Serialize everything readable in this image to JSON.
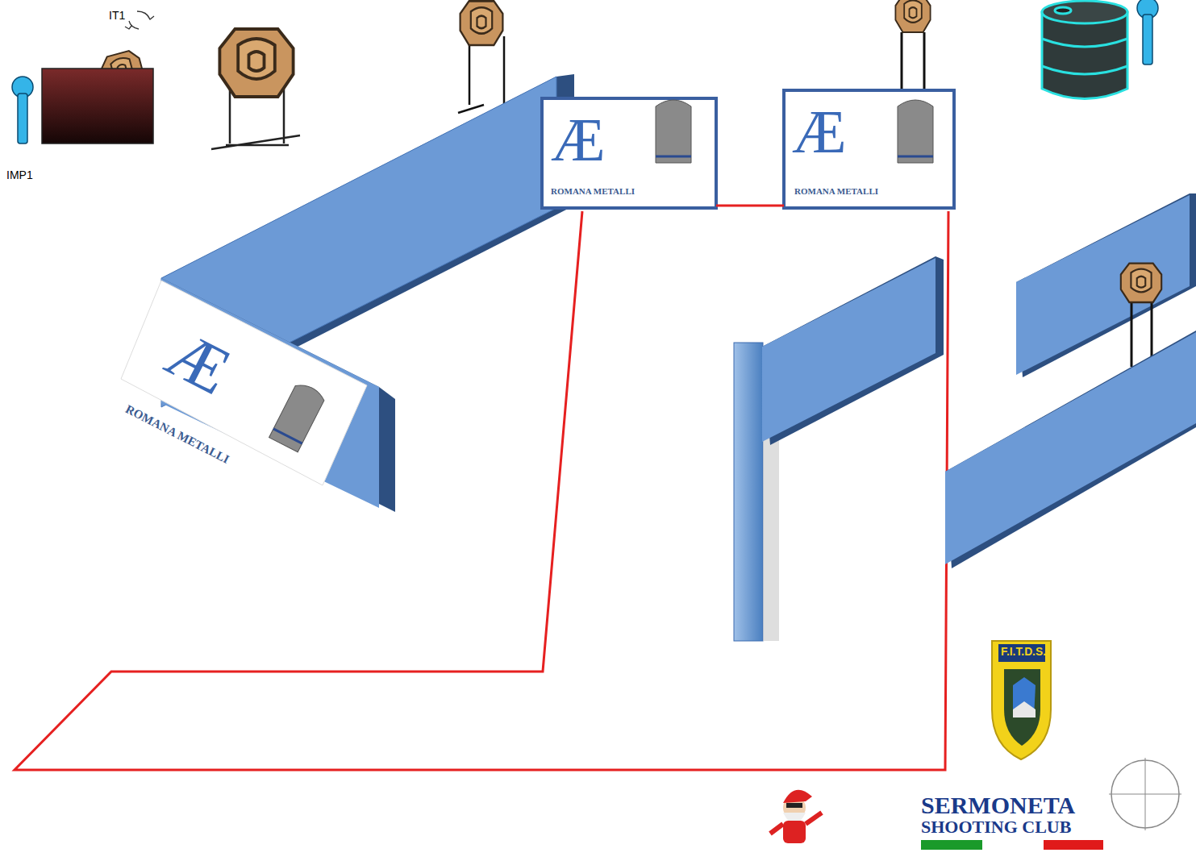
{
  "diagram": {
    "labels": [
      "IT1",
      "IMP1",
      "Æ",
      "ROMANA METALLI",
      "Æ",
      "ROMANA METALLI",
      "Æ",
      "ROMANA METALLI",
      "F.I.T.D.S.",
      "SERMONETA",
      "SHOOTING CLUB"
    ]
  }
}
